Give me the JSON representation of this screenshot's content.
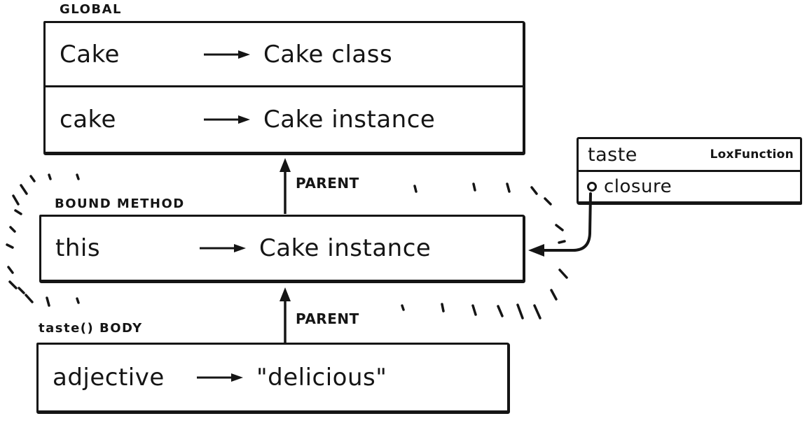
{
  "colors": {
    "ink": "#151515",
    "paper": "#ffffff"
  },
  "environments": [
    {
      "label": "GLOBAL",
      "rows": [
        {
          "name": "Cake",
          "value": "Cake class"
        },
        {
          "name": "cake",
          "value": "Cake instance"
        }
      ]
    },
    {
      "label": "BOUND METHOD",
      "rows": [
        {
          "name": "this",
          "value": "Cake instance"
        }
      ]
    },
    {
      "label": "taste() BODY",
      "rows": [
        {
          "name": "adjective",
          "value": "\"delicious\""
        }
      ]
    }
  ],
  "function_box": {
    "name": "taste",
    "type": "LoxFunction",
    "field": "closure"
  },
  "edges": [
    {
      "from": "BOUND METHOD",
      "to": "GLOBAL",
      "label": "PARENT"
    },
    {
      "from": "taste() BODY",
      "to": "BOUND METHOD",
      "label": "PARENT"
    },
    {
      "from": "taste.closure",
      "to": "BOUND METHOD",
      "label": ""
    }
  ],
  "decorations": {
    "emphasis": "radiating dashes highlighting the BOUND METHOD environment"
  }
}
